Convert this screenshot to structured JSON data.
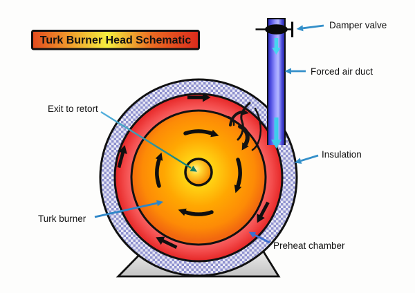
{
  "title": "Turk Burner Head Schematic",
  "callouts": {
    "damper_valve": "Damper valve",
    "forced_air_duct": "Forced air duct",
    "insulation": "Insulation",
    "exit_to_retort": "Exit to retort",
    "turk_burner": "Turk burner",
    "preheat_chamber": "Preheat chamber"
  },
  "colors": {
    "callout_arrow_blue": "#338fc9",
    "preheat_arrow_blue": "#3a6ed0",
    "exit_line_start": "#55b0e0",
    "exit_line_end": "#0f7d68",
    "duct_blue_dark": "#1c1cae",
    "duct_blue_light": "#9d9dff",
    "air_arrow_cyan": "#46d6f0",
    "insulation_check_blue": "#8f92cf",
    "insulation_check_light": "#e8e8f4",
    "preheat_red_outer": "#e62626",
    "preheat_red_inner": "#ff9d9d",
    "burner_orange_edge": "#f2680f",
    "burner_yellow_center": "#ffec4f",
    "core_highlight": "#fff3a6",
    "title_gradient_left": "#e2491e",
    "title_gradient_mid": "#f4ee3f",
    "title_gradient_right": "#da2a1c",
    "stand_gray": "#d6d6d6",
    "outline_black": "#111111"
  }
}
